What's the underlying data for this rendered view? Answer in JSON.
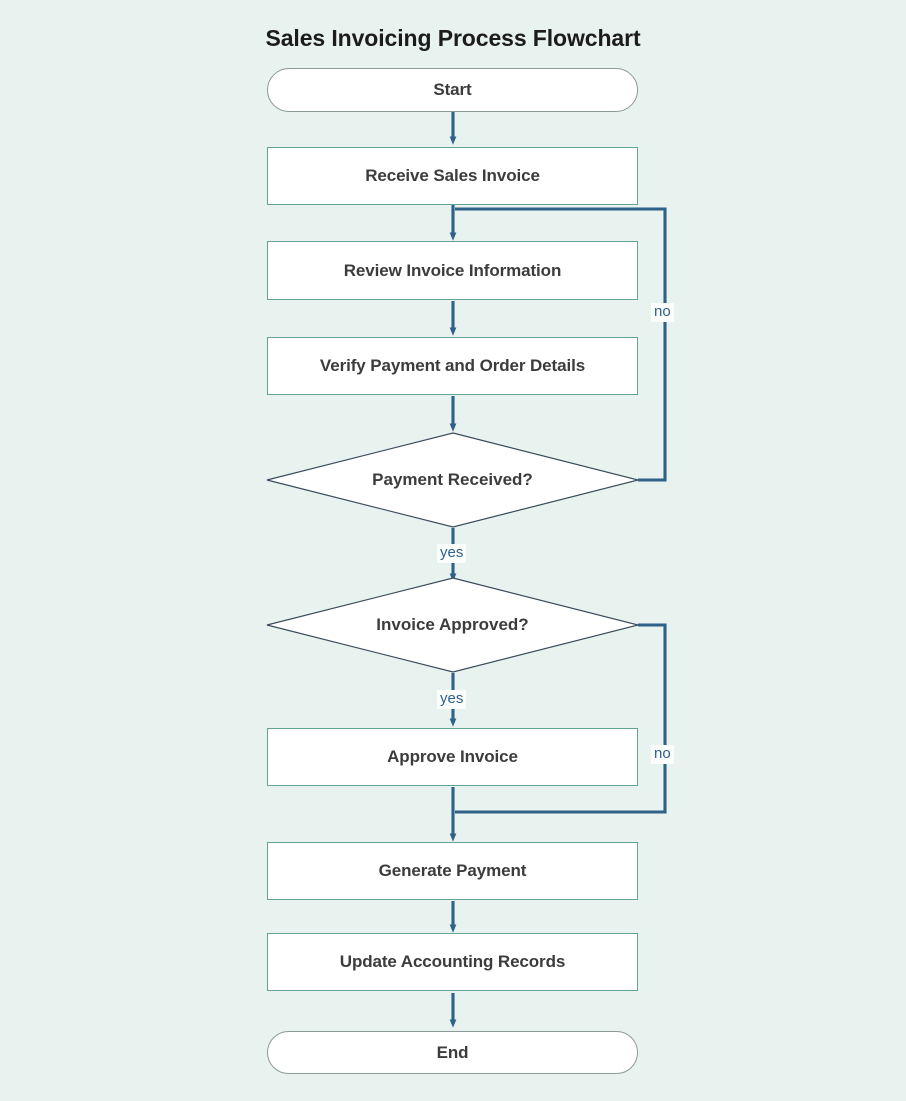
{
  "title": "Sales Invoicing Process Flowchart",
  "theme": {
    "background": "#e8f2ef",
    "node_fill": "#ffffff",
    "process_border": "#63a396",
    "terminal_border": "#8a9a96",
    "decision_border": "#3a4b5c",
    "edge_color": "#2f6288",
    "text_color": "#3c3c3c",
    "title_color": "#1c1c1c",
    "edge_label_color": "#2f6288",
    "edge_label_background": "#fbfcfc"
  },
  "nodes": [
    {
      "id": "start",
      "label": "Start",
      "shape": "terminal"
    },
    {
      "id": "receive",
      "label": "Receive Sales Invoice",
      "shape": "process"
    },
    {
      "id": "review",
      "label": "Review Invoice Information",
      "shape": "process"
    },
    {
      "id": "verify",
      "label": "Verify Payment and Order Details",
      "shape": "process"
    },
    {
      "id": "payment_q",
      "label": "Payment Received?",
      "shape": "decision"
    },
    {
      "id": "approved_q",
      "label": "Invoice Approved?",
      "shape": "decision"
    },
    {
      "id": "approve",
      "label": "Approve Invoice",
      "shape": "process"
    },
    {
      "id": "generate",
      "label": "Generate Payment",
      "shape": "process"
    },
    {
      "id": "update",
      "label": "Update Accounting Records",
      "shape": "process"
    },
    {
      "id": "end",
      "label": "End",
      "shape": "terminal"
    }
  ],
  "edges": [
    {
      "from": "start",
      "to": "receive",
      "label": ""
    },
    {
      "from": "receive",
      "to": "review",
      "label": ""
    },
    {
      "from": "review",
      "to": "verify",
      "label": ""
    },
    {
      "from": "verify",
      "to": "payment_q",
      "label": ""
    },
    {
      "from": "payment_q",
      "to": "approved_q",
      "label": "yes"
    },
    {
      "from": "payment_q",
      "to": "review",
      "label": "no"
    },
    {
      "from": "approved_q",
      "to": "approve",
      "label": "yes"
    },
    {
      "from": "approved_q",
      "to": "generate",
      "label": "no"
    },
    {
      "from": "approve",
      "to": "generate",
      "label": ""
    },
    {
      "from": "generate",
      "to": "update",
      "label": ""
    },
    {
      "from": "update",
      "to": "end",
      "label": ""
    }
  ],
  "edge_labels": {
    "no_payment": "no",
    "yes_payment": "yes",
    "yes_approved": "yes",
    "no_approved": "no"
  }
}
